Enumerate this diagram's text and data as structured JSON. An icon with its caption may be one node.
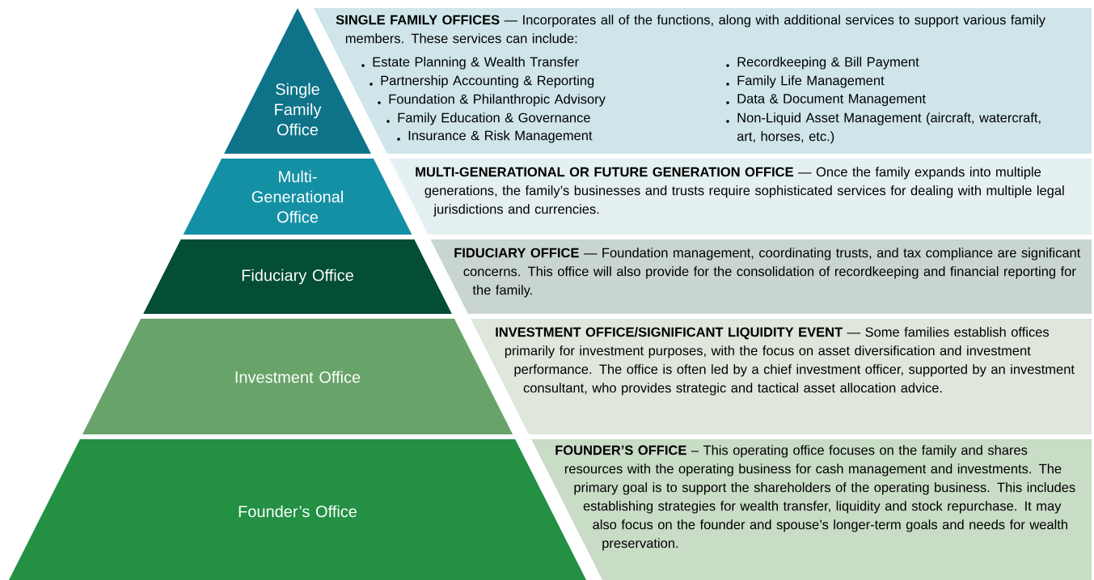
{
  "diagram": {
    "nodes": [
      {
        "text": [
          "Single Family Office"
        ]
      },
      {
        "text": [
          "**SINGLE FAMILY OFFICES** — Incorporates all of the functions, along with additional services to support various family members. These services can include:",
          "Estate Planning & Wealth Transfer",
          "Partnership Accounting & Reporting",
          "Foundation & Philanthropic Advisory",
          "Family Education & Governance",
          "Insurance & Risk Management",
          "Recordkeeping & Bill Payment",
          "Family Life Management",
          "Data & Document Management",
          "Non-Liquid Asset Management (aircraft, watercraft, art, horses, etc.)"
        ]
      },
      {
        "text": [
          "Multi-Generational Office"
        ]
      },
      {
        "text": [
          "**MULTI-GENERATIONAL OR FUTURE GENERATION OFFICE** — Once the family expands into multiple generations, the family’s businesses and trusts require sophisticated services for dealing with multiple legal jurisdictions and currencies."
        ]
      },
      {
        "text": [
          "Fiduciary Office"
        ]
      },
      {
        "text": [
          "**FIDUCIARY OFFICE** — Foundation management, coordinating trusts, and tax compliance are significant concerns. This office will also provide for the consolidation of recordkeeping and financial reporting for the family."
        ]
      },
      {
        "text": [
          "Investment Office"
        ]
      },
      {
        "text": [
          "**INVESTMENT OFFICE/SIGNIFICANT LIQUIDITY EVENT** — Some families establish offices primarily for investment purposes, with the focus on asset diversification and investment performance. The office is often led by a chief investment officer, supported by an investment consultant, who provides strategic and tactical asset allocation advice."
        ]
      },
      {
        "text": [
          "Founder’s Office"
        ]
      },
      {
        "text": [
          "**FOUNDER’S OFFICE** – This operating office focuses on the family and shares resources with the operating business for cash management and investments. The primary goal is to support the shareholders of the operating business. This includes establishing strategies for wealth transfer, liquidity and stock repurchase. It may also focus on the founder and spouse’s longer-term goals and needs for wealth preservation."
        ]
      }
    ]
  }
}
